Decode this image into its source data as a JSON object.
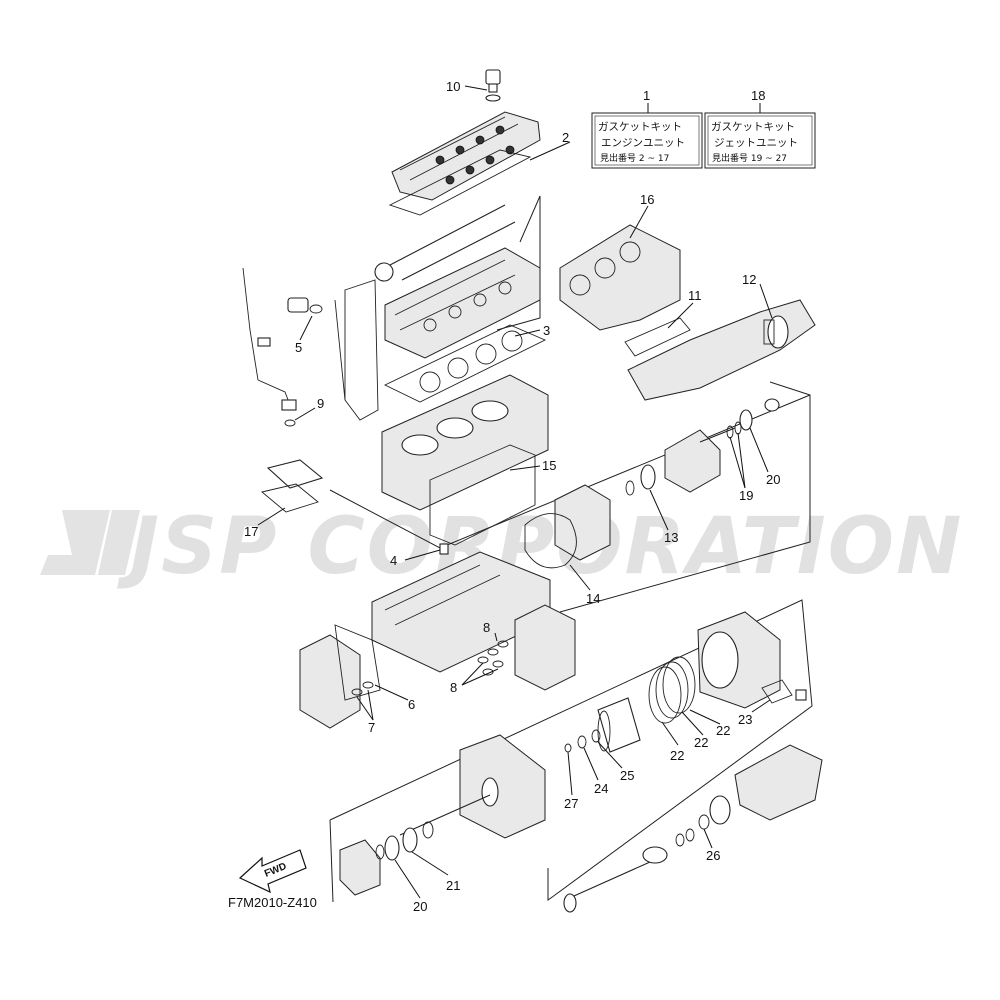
{
  "watermark": "JSP CORPORATION",
  "diagram_code": "F7M2010-Z410",
  "fwd_label": "FWD",
  "kit_boxes": [
    {
      "ref": "1",
      "lines": [
        "ガスケットキット",
        "エンジンユニット",
        "見出番号 2 ~ 17"
      ]
    },
    {
      "ref": "18",
      "lines": [
        "ガスケットキット",
        "ジェットユニット",
        "見出番号 19 ~ 27"
      ]
    }
  ],
  "callouts": {
    "c2": "2",
    "c3": "3",
    "c4": "4",
    "c5": "5",
    "c6": "6",
    "c7": "7",
    "c8": "8",
    "c8b": "8",
    "c9": "9",
    "c10": "10",
    "c11": "11",
    "c12": "12",
    "c13": "13",
    "c14": "14",
    "c15": "15",
    "c16": "16",
    "c17": "17",
    "c19": "19",
    "c20a": "20",
    "c20b": "20",
    "c21": "21",
    "c22a": "22",
    "c22b": "22",
    "c22c": "22",
    "c23": "23",
    "c24": "24",
    "c25": "25",
    "c26": "26",
    "c27": "27"
  }
}
